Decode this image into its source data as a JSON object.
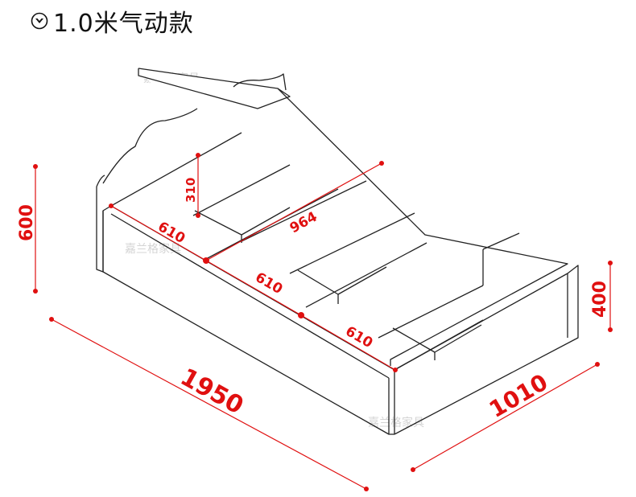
{
  "header": {
    "title": "1.0米气动款",
    "icon": "chevron-down-circle-icon"
  },
  "dimensions": {
    "length": "1950",
    "width": "1010",
    "height": "600",
    "footboard_height": "400",
    "compartment_1": "610",
    "compartment_2": "610",
    "compartment_3": "610",
    "diagonal": "964",
    "depth": "310"
  },
  "watermark": "嘉兰格家具",
  "colors": {
    "dimension": "#e01010",
    "outline": "#222222"
  }
}
